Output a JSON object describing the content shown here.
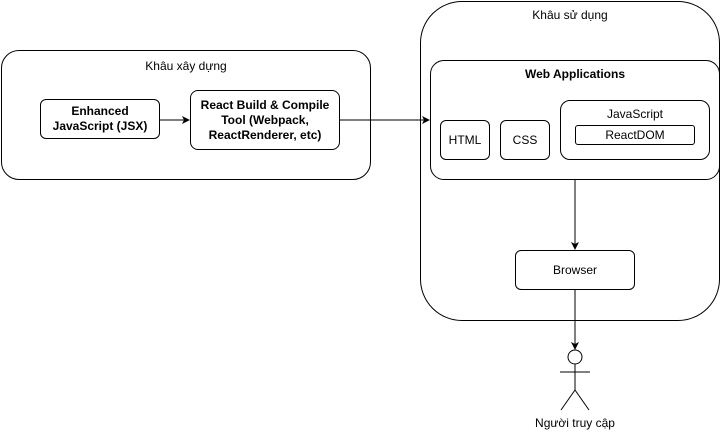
{
  "build_stage": {
    "label": "Khâu xây dựng",
    "jsx_box": "Enhanced JavaScript (JSX)",
    "compile_box": "React Build & Compile Tool (Webpack, ReactRenderer, etc)"
  },
  "use_stage": {
    "label": "Khâu sử dụng",
    "web_apps": {
      "title": "Web Applications",
      "html": "HTML",
      "css": "CSS",
      "javascript": "JavaScript",
      "reactdom": "ReactDOM"
    },
    "browser": "Browser"
  },
  "user": {
    "label": "Người truy cập"
  }
}
